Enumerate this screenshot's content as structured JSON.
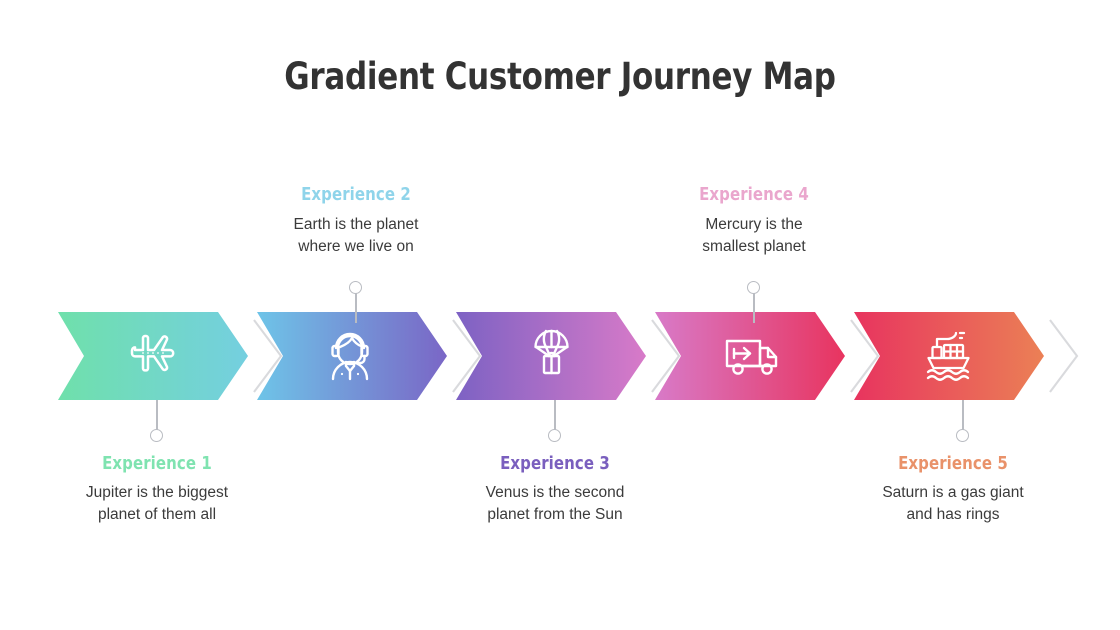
{
  "title": "Gradient Customer Journey Map",
  "theme": {
    "background": "#ffffff",
    "title_color": "#333333",
    "body_text_color": "#3b3b3b",
    "connector_color": "#b9bcc2",
    "divider_chevron_color": "#d9dadd",
    "icon_color": "#ffffff",
    "gradient_stops": [
      "#6fe0ab",
      "#6ec4e8",
      "#7d62c4",
      "#d87ac8",
      "#e8345f",
      "#eb8055"
    ]
  },
  "steps": [
    {
      "label": "Experience 1",
      "label_color": "#7fe3b0",
      "description": "Jupiter is the biggest\nplanet of them all",
      "description_line1": "Jupiter is the biggest",
      "description_line2": "planet of them all",
      "icon": "airplane-icon",
      "position": "bottom",
      "gradient_from": "#6fe0ab",
      "gradient_to": "#74cfe0"
    },
    {
      "label": "Experience 2",
      "label_color": "#8fd4ea",
      "description": "Earth is the planet\nwhere we live on",
      "description_line1": "Earth is the planet",
      "description_line2": "where we live on",
      "icon": "support-agent-headset-icon",
      "position": "top",
      "gradient_from": "#6ec4e8",
      "gradient_to": "#7a66c6"
    },
    {
      "label": "Experience 3",
      "label_color": "#7a5fbe",
      "description": "Venus is the second\nplanet from the Sun",
      "description_line1": "Venus is the second",
      "description_line2": "planet from the Sun",
      "icon": "parachute-package-icon",
      "position": "bottom",
      "gradient_from": "#7d62c4",
      "gradient_to": "#d87ac8"
    },
    {
      "label": "Experience 4",
      "label_color": "#eaa6cd",
      "description": "Mercury is the\nsmallest planet",
      "description_line1": "Mercury is the",
      "description_line2": "smallest planet",
      "icon": "delivery-truck-icon",
      "position": "top",
      "gradient_from": "#d87ac8",
      "gradient_to": "#e8345f"
    },
    {
      "label": "Experience 5",
      "label_color": "#e9926a",
      "description": "Saturn is a gas giant\nand has rings",
      "description_line1": "Saturn is a gas giant",
      "description_line2": "and has rings",
      "icon": "cargo-ship-icon",
      "position": "bottom",
      "gradient_from": "#e8345f",
      "gradient_to": "#eb8055"
    }
  ]
}
